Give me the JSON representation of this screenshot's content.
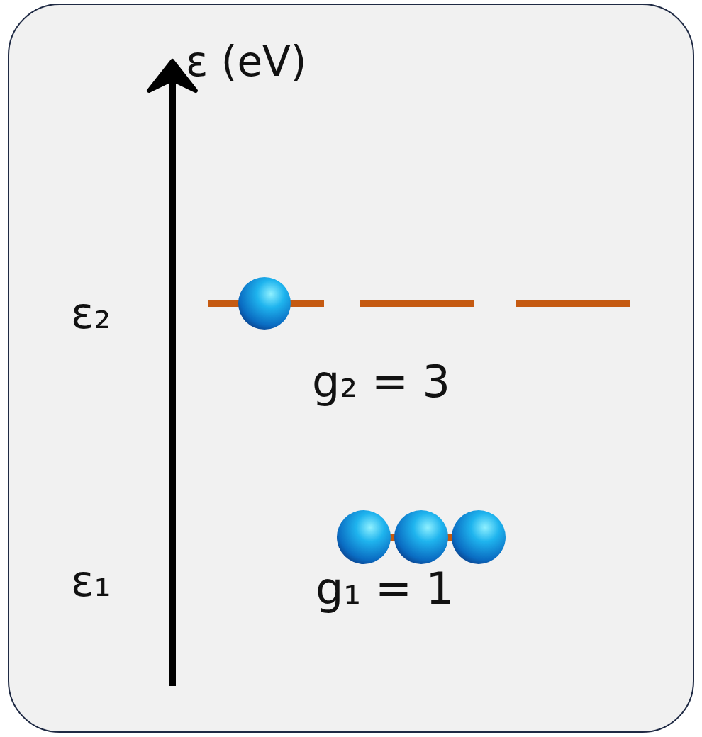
{
  "diagram": {
    "labels": [
      "ε (eV)",
      "ε₂",
      "g₂ = 3",
      "ε₁",
      "g₁ = 1"
    ]
  }
}
